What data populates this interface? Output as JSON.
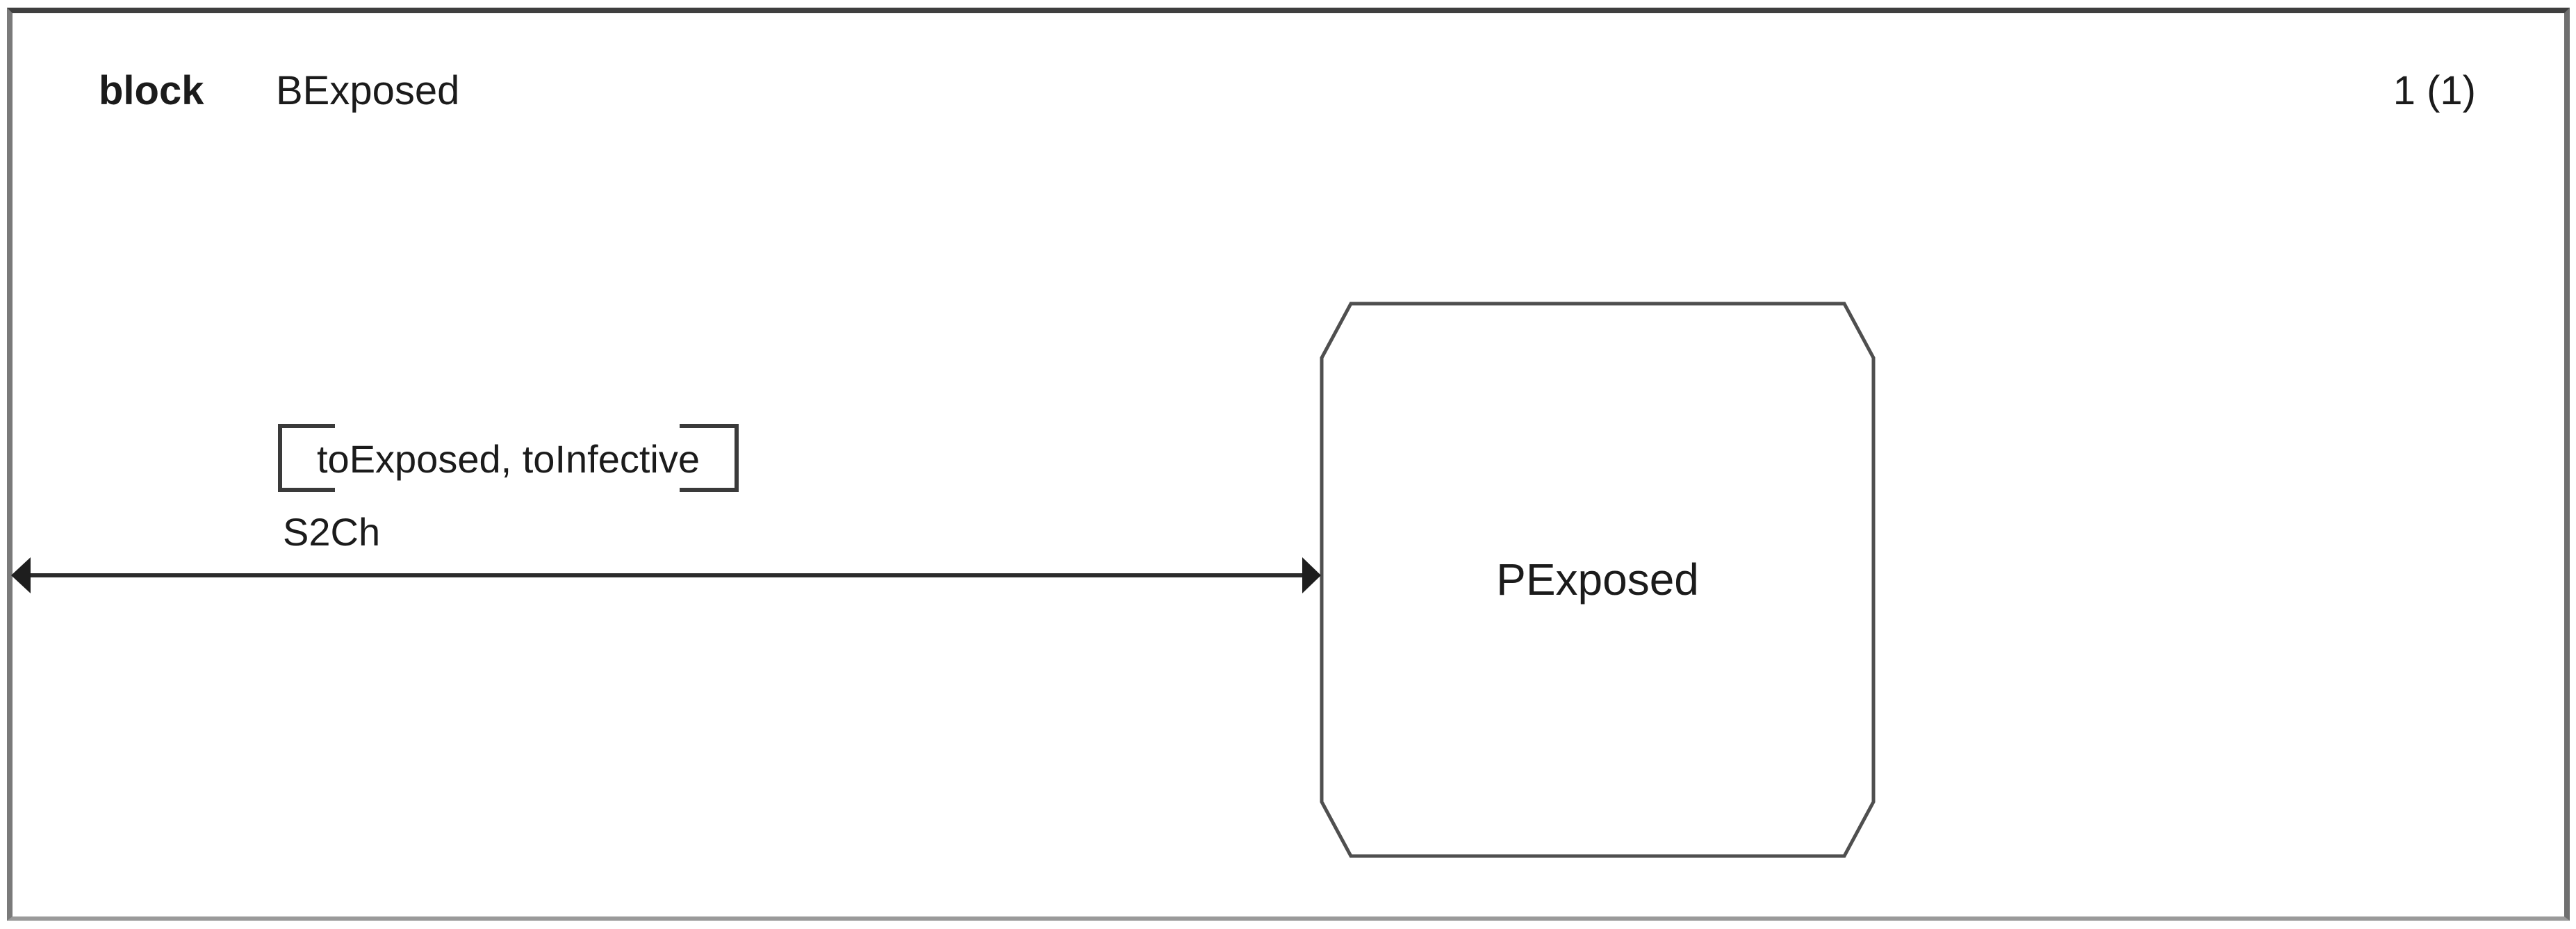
{
  "page": {
    "kind_label": "block",
    "block_name": "BExposed",
    "page_number": "1 (1)"
  },
  "channel": {
    "name": "S2Ch",
    "signal_list": "toExposed, toInfective",
    "signals": [
      "toExposed",
      "toInfective"
    ]
  },
  "process": {
    "name": "PExposed"
  },
  "colors": {
    "background": "#ffffff",
    "text": "#1b1b1b",
    "frame_border": "#6f6f6f",
    "symbol_stroke": "#4f4f4f",
    "channel_line": "#2b2b2b"
  }
}
